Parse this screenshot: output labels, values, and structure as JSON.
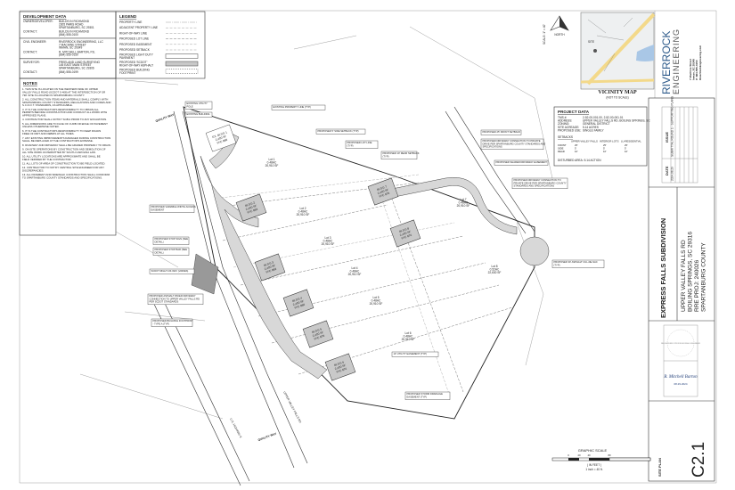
{
  "development_data": {
    "title": "DEVELOPMENT DATA",
    "rows": [
      {
        "label": "OWNER/DEVELOPER:",
        "lines": [
          "BUILDS IN RICHMOND",
          "2305 PARIS ROAD",
          "SPARTANBURG, SC 29301"
        ]
      },
      {
        "label": "CONTACT:",
        "lines": [
          "BUILDS IN RICHMOND",
          "(864) 555-0100"
        ]
      },
      {
        "label": "CIVIL ENGINEER:",
        "lines": [
          "RIVERROCK ENGINEERING, LLC",
          "7 MACHINE STREET",
          "INMAN, SC 29349"
        ]
      },
      {
        "label": "CONTACT:",
        "lines": [
          "R. MITCHELL BARTON, P.E.",
          "(864) 555-0150"
        ]
      },
      {
        "label": "SURVEYOR:",
        "lines": [
          "FREELAND LAND SURVEYING",
          "145 EAST MAIN STREET",
          "SPARTANBURG, SC 29306"
        ]
      },
      {
        "label": "CONTACT:",
        "lines": [
          "(864) 555-0199"
        ]
      }
    ]
  },
  "legend": {
    "title": "LEGEND",
    "items": [
      "PROPERTY LINE",
      "ADJACENT PROPERTY LINE",
      "RIGHT-OF-WAY LINE",
      "PROPOSED LOT LINE",
      "PROPOSED EASEMENT",
      "PROPOSED SETBACK",
      "PROPOSED LIGHT DUTY PAVEMENT",
      "PROPOSED 'SCDOT' RIGHT-OF-WAY ASPHALT",
      "PROPOSED BUILDING FOOTPRINT"
    ]
  },
  "notes": {
    "title": "NOTES",
    "items": [
      "1. THIS SITE IS LOCATED ON THE WESTERN SIDE OF UPPER VALLEY FALLS ROAD (SCDOT S-408) AT THE INTERSECTION OF SR 738. SITE IS LOCATED IN SPARTANBURG COUNTY.",
      "2. ALL CONSTRUCTION ITEMS AND MATERIALS SHALL COMPLY WITH SPARTANBURG COUNTY STANDARDS, REGULATIONS AND CODES AND S.C.D.O.T. STANDARDS, AS APPLICABLE.",
      "3. IT IS THE CONTRACTOR'S RESPONSIBILITY TO OBTAIN ALL PERMITS BEFORE CONSTRUCTION AND CONDUCT ALL WORK WITH APPROVED PLANS.",
      "4. CONTRACTOR SHALL NOTIFY SC811 PRIOR TO ANY EXCAVATION.",
      "5. ALL DIMENSIONS ARE TO FACE OF CURB OR EDGE OF PAVEMENT UNLESS OTHERWISE NOTED.",
      "6. IT IS THE CONTRACTOR'S RESPONSIBILITY TO KEEP ROADS FREE OF DIRT AND DEBRIS AT ALL TIMES.",
      "7. ANY EXISTING IMPROVEMENTS DAMAGED DURING CONSTRUCTION SHALL BE REPLACED AT THE CONTRACTOR'S EXPENSE.",
      "8. ROADWAY AND DRIVEWAY SHALL BE GRADED PROPERLY TO DRAIN.",
      "9. ON-SITE OPERATIONS BY CONSTRUCTION AND DEMOLITION OF ALL SITE WORK AS PERMITTED BY SOUTH CAROLINA LAW.",
      "10. ALL UTILITY LOCATIONS ARE APPROXIMATE AND SHALL BE FIELD VERIFIED BY THE CONTRACTOR.",
      "11. ALL LOTS OF AREA OF CONSTRUCTION TO BE FIELD LOCATED.",
      "12. CONTRACTOR TO NOTIFY CENTRAL SITE ENGINEER FOR ANY DISCREPANCIES.",
      "13. ALL PAVEMENT AND SIDEWALK CONSTRUCTION SHALL CONFORM TO SPARTANBURG COUNTY STANDARDS AND SPECIFICATIONS."
    ]
  },
  "vicinity_map": {
    "title": "VICINITY MAP",
    "scale": "(NOT TO SCALE)",
    "site_label": "SITE"
  },
  "north_arrow": {
    "label": "NORTH",
    "scale": "SCALE: 1\" = 40'"
  },
  "logo": {
    "name_1": "RIVERROCK",
    "name_2": "ENGINEERING",
    "address": [
      "7 Machine Street",
      "Inman, SC 29349",
      "P: 864-555-0150",
      "RiverRockEngineering.com"
    ]
  },
  "project_data": {
    "title": "PROJECT DATA",
    "rows": [
      {
        "label": "TMS #:",
        "value": "2-52-00-001.00, 2-52-00-001.01"
      },
      {
        "label": "ADDRESS:",
        "value": "UPPER VALLEY FALLS RD, BOILING SPRINGS, SC"
      },
      {
        "label": "ZONING:",
        "value": "GENERAL DISTRICT"
      },
      {
        "label": "SITE ACREAGE:",
        "value": "5.14 ACRES"
      },
      {
        "label": "PROPOSED USE:",
        "value": "SINGLE FAMILY"
      }
    ],
    "setbacks_title": "SETBACKS",
    "setback_headers": [
      "",
      "UPPER VALLEY FALLS",
      "INTERIOR LOTS",
      "LU-RESIDENTIAL"
    ],
    "setback_rows": [
      [
        "FRONT",
        "25'",
        "25'",
        "25'"
      ],
      [
        "SIDE",
        "5'",
        "5'",
        "5'"
      ],
      [
        "REAR",
        "10'",
        "10'",
        "10'"
      ]
    ],
    "disturbed_area": "DISTURBED AREA:   5.14 ACTION"
  },
  "plan": {
    "buildings": [
      {
        "name": "EX. BLDG 1",
        "area": "2,400 SF",
        "ffe": "FFE 888"
      },
      {
        "name": "BLDG 2",
        "area": "2,400 SF",
        "ffe": "FFE 883"
      },
      {
        "name": "BLDG 3",
        "area": "2,400 SF",
        "ffe": "FFE 883"
      },
      {
        "name": "BLDG 4",
        "area": "2,400 SF",
        "ffe": "FFE 880"
      },
      {
        "name": "BLDG 5",
        "area": "2,400 SF",
        "ffe": "FFE 878"
      },
      {
        "name": "BLDG 6",
        "area": "2,400 SF",
        "ffe": "FFE 876"
      },
      {
        "name": "BLDG 7",
        "area": "2,400 SF",
        "ffe": "FFE 878"
      },
      {
        "name": "BLDG 8",
        "area": "2,400 SF",
        "ffe": "FFE 876"
      }
    ],
    "lots": [
      {
        "name": "Lot 1",
        "acres": "0.48AC",
        "area": "20,910 SF"
      },
      {
        "name": "Lot 2",
        "acres": "0.48AC",
        "area": "20,910 SF"
      },
      {
        "name": "Lot 3",
        "acres": "0.48AC",
        "area": "20,910 SF"
      },
      {
        "name": "Lot 4",
        "acres": "0.48AC",
        "area": "20,910 SF"
      },
      {
        "name": "Lot 5",
        "acres": "0.48AC",
        "area": "20,910 SF"
      },
      {
        "name": "Lot 6",
        "acres": "0.48AC",
        "area": "20,910 SF"
      },
      {
        "name": "Lot 7",
        "acres": "0.48AC",
        "area": "20,910 SF"
      },
      {
        "name": "Lot 8",
        "acres": "0.52AC",
        "area": "22,630 SF"
      }
    ],
    "callouts": [
      "EXISTING PROPERTY LINE (TYP)",
      "PROPOSED 5' SIDE SETBACK (TYP)",
      "PROPOSED LOT LINE (TYP)",
      "PROPOSED 10' REAR SETBACK (TYP)",
      "PROPOSED 25' FRONT SETBACK",
      "EXISTING UTILITY POLE",
      "EXISTING BUILDING",
      "PROPOSED DRIVEWAY CONNECTION TO PRIVATE DRIVE PER SPARTANBURG COUNTY STANDARDS AND SPECIFICATIONS",
      "PROPOSED SHARED DRIVEWAY EASEMENT",
      "PROPOSED DRIVEWAY CONNECTION TO PRIVATE DRIVE PER SPARTANBURG COUNTY STANDARDS AND SPECIFICATIONS",
      "PROPOSED 30' ASPHALT CUL-DE-SAC (TYP)",
      "PROPOSED VARIABLE WIDTH ACCESS EASEMENT",
      "PROPOSED STOP SIGN (SEE DETAIL)",
      "PROPOSED STOP BAR (SEE DETAIL)",
      "SCDOT RIGHT-OF-WAY (VARIES)",
      "PROPOSED ASPHALT PAVED DRIVEWAY CONNECTION TO UPPER VALLEY FALLS RD PER SCDOT STANDARDS",
      "PROPOSED BUILDING FOOTPRINT - TYPE A (TYP)",
      "10' UTILITY EASEMENT (TYP)",
      "PROPOSED STORM DRAINAGE EASEMENT (TYP)",
      "QUALITY WAY",
      "UPPER VALLEY FALLS RD",
      "U.S. HIGHWAY 9"
    ]
  },
  "graphic_scale": {
    "title": "GRAPHIC SCALE",
    "ticks": [
      "0",
      "20",
      "40",
      "80"
    ],
    "unit": "( IN FEET )",
    "ratio": "1 inch = 40 ft."
  },
  "title_block": {
    "issue_header": "ISSUE",
    "date_header": "DATE",
    "issues": [
      {
        "issue": "SUBMITTAL ROUND 1 - SUPPORTING PLANS",
        "date": "2024.08.29"
      }
    ],
    "project_name": "EXPRESS FALLS SUBDIVISION",
    "address_lines": [
      "UPPER VALLEY FALLS RD",
      "BOILING SPRINGS, SC 29316",
      "RRE PROJ: 240026",
      "SPARTANBURG COUNTY"
    ],
    "signature": "R. Mitchell Barton",
    "signature_date": "08.29.2024",
    "seal_text": "REGISTERED PROFESSIONAL ENGINEER",
    "sheet_title": "SITE PLAN",
    "sheet_number": "C2.1"
  }
}
